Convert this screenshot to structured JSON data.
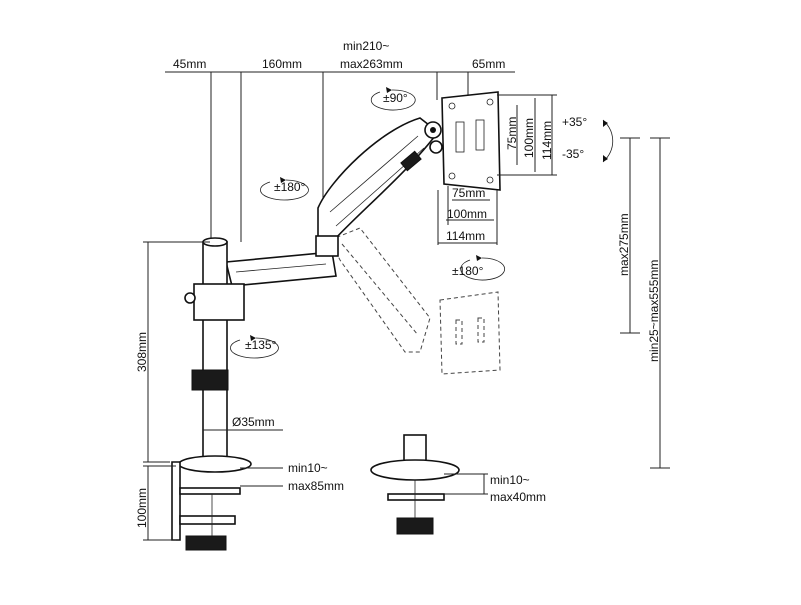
{
  "top_dimensions": {
    "d1": "45mm",
    "d2": "160mm",
    "d3_line1": "min210~",
    "d3_line2": "max263mm",
    "d4": "65mm"
  },
  "rotations": {
    "tilt_head": "±90°",
    "arm_upper": "±180°",
    "arm_lower": "±135°",
    "monitor_swivel": "±180°",
    "tilt_up": "+35°",
    "tilt_down": "-35°"
  },
  "vesa": {
    "small_h": "75mm",
    "mid_h": "100mm",
    "large_h": "114mm",
    "small_w": "75mm",
    "mid_w": "100mm",
    "large_w": "114mm"
  },
  "pole": {
    "diameter": "Ø35mm",
    "height": "308mm"
  },
  "clamp": {
    "thickness_line1": "min10~",
    "thickness_line2": "max85mm",
    "height": "100mm"
  },
  "grommet": {
    "thickness_line1": "min10~",
    "thickness_line2": "max40mm"
  },
  "vertical_range": {
    "max": "max275mm",
    "total": "min25~max555mm"
  }
}
